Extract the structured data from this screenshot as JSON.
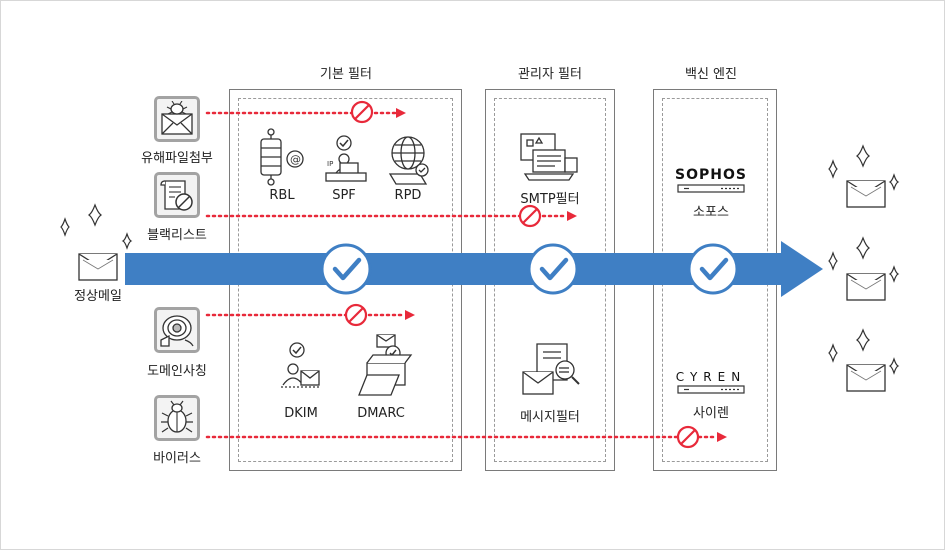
{
  "columns": {
    "basic": "기본 필터",
    "admin": "관리자 필터",
    "vaccine": "백신 엔진"
  },
  "threats": {
    "attachment": "유해파일첨부",
    "blacklist": "블랙리스트",
    "spoofing": "도메인사칭",
    "virus": "바이러스"
  },
  "incoming": "정상메일",
  "filters": {
    "rbl": "RBL",
    "spf": "SPF",
    "rpd": "RPD",
    "smtp": "SMTP필터",
    "dkim": "DKIM",
    "dmarc": "DMARC",
    "message": "메시지필터"
  },
  "engines": {
    "sophos_logo": "SOPHOS",
    "sophos": "소포스",
    "cyren_logo": "CYREN",
    "cyren": "사이렌"
  },
  "colors": {
    "flow_arrow": "#3f7fc4",
    "blocked_path": "#e8293a",
    "check": "#3f7fc4"
  }
}
